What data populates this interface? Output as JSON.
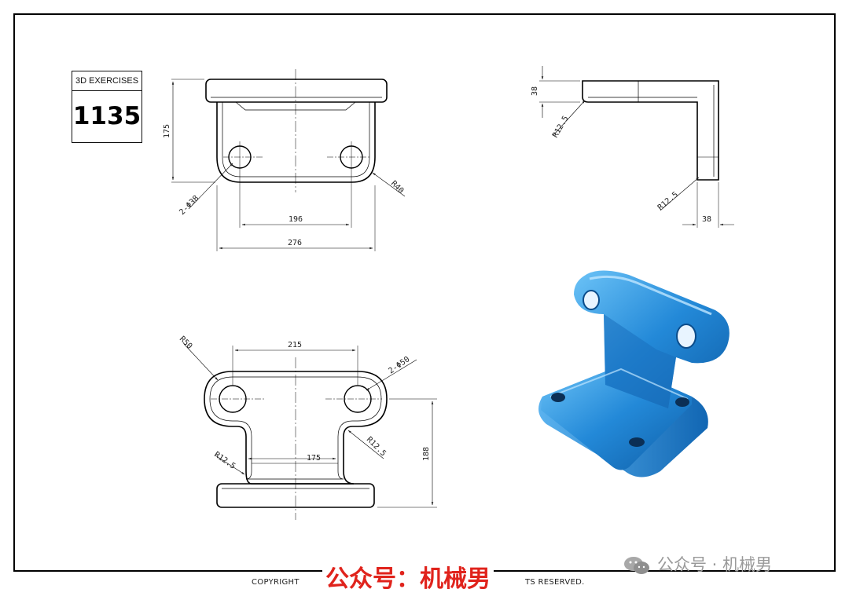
{
  "exercise": {
    "label": "3D EXERCISES",
    "number": "1135"
  },
  "front_view": {
    "dim_height": "175",
    "dim_hole_spacing": "196",
    "dim_width": "276",
    "dim_holes": "2-Φ38",
    "dim_radius": "R40"
  },
  "side_view": {
    "dim_top_thickness": "38",
    "dim_radius_top": "R12.5",
    "dim_radius_bottom": "R12.5",
    "dim_wall": "38"
  },
  "top_view": {
    "dim_radius_left": "R50",
    "dim_hole_spacing": "215",
    "dim_holes": "2-Φ50",
    "dim_radius_inner_right": "R12.5",
    "dim_radius_inner_left": "R12.5",
    "dim_neck_width": "175",
    "dim_height": "188"
  },
  "footer": {
    "copyright_left": "COPYRIGHT",
    "copyright_right": "TS RESERVED."
  },
  "watermark": {
    "red_text": "公众号：机械男",
    "gray_text": "公众号 · 机械男"
  },
  "colors": {
    "model_blue": "#1a78c8",
    "model_blue_light": "#5db4f0",
    "watermark_red": "#e0231c"
  }
}
